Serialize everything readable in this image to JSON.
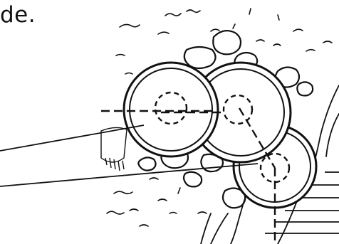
{
  "caption": {
    "text": "de."
  },
  "colors": {
    "ink": "#111111",
    "paper": "#ffffff"
  },
  "diagram": {
    "style": "black line-art illustration",
    "elements": [
      "three-large-circles-with-inner-rings",
      "three-dashed-inner-circles",
      "dashed-crosshair-lines",
      "two-leader-lines-from-left",
      "stones-and-grass-texture",
      "right-side-hatching-lines"
    ]
  }
}
